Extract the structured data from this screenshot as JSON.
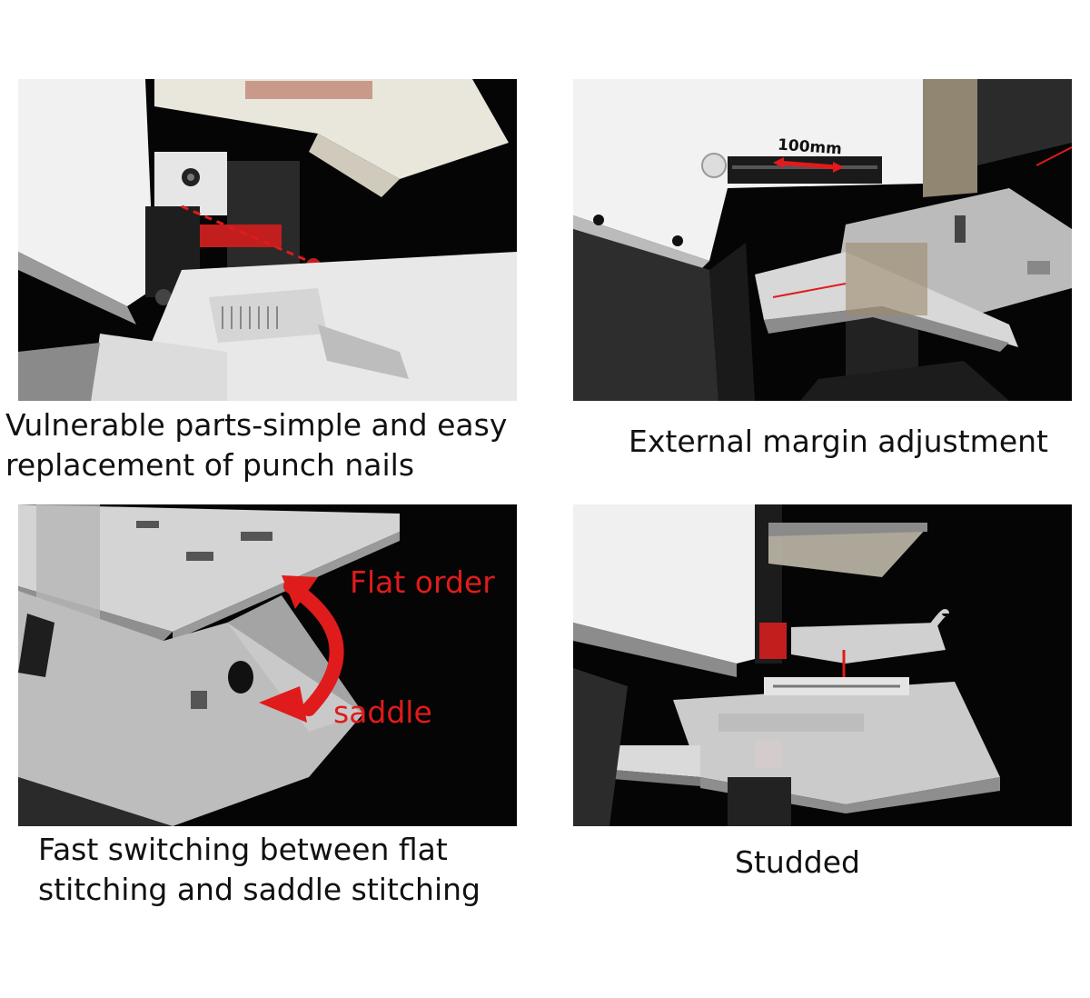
{
  "panels": {
    "top_left": {
      "caption_line1": "Vulnerable parts-simple and easy",
      "caption_line2": "replacement of punch nails"
    },
    "top_right": {
      "caption": "External margin adjustment",
      "overlay_label": "100mm"
    },
    "bottom_left": {
      "caption_line1": "Fast switching between flat",
      "caption_line2": "stitching and saddle stitching",
      "overlay_label_top": "Flat order",
      "overlay_label_bottom": "saddle"
    },
    "bottom_right": {
      "caption": "Studded"
    }
  },
  "colors": {
    "accent_red": "#e01b1b",
    "panel_bg": "#050505",
    "caption_text": "#111111"
  }
}
